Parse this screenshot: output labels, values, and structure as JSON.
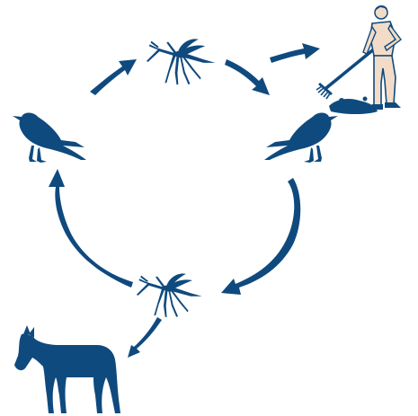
{
  "diagram": {
    "kind": "transmission-cycle",
    "colors": {
      "primary": "#0f4a7e",
      "skin": "#f3dcc7",
      "background": "#ffffff"
    },
    "nodes": [
      {
        "id": "mosquito-top",
        "icon": "mosquito-icon"
      },
      {
        "id": "bird-right",
        "icon": "bird-icon"
      },
      {
        "id": "mosquito-bottom",
        "icon": "mosquito-icon"
      },
      {
        "id": "bird-left",
        "icon": "bird-icon"
      },
      {
        "id": "horse",
        "icon": "horse-icon"
      },
      {
        "id": "human",
        "icon": "human-with-rake-icon"
      }
    ],
    "arrows": [
      {
        "from": "bird-left",
        "to": "mosquito-top"
      },
      {
        "from": "mosquito-top",
        "to": "bird-right"
      },
      {
        "from": "bird-right",
        "to": "mosquito-bottom"
      },
      {
        "from": "mosquito-bottom",
        "to": "bird-left"
      },
      {
        "from": "mosquito-top",
        "to": "human"
      },
      {
        "from": "mosquito-bottom",
        "to": "horse"
      }
    ]
  }
}
